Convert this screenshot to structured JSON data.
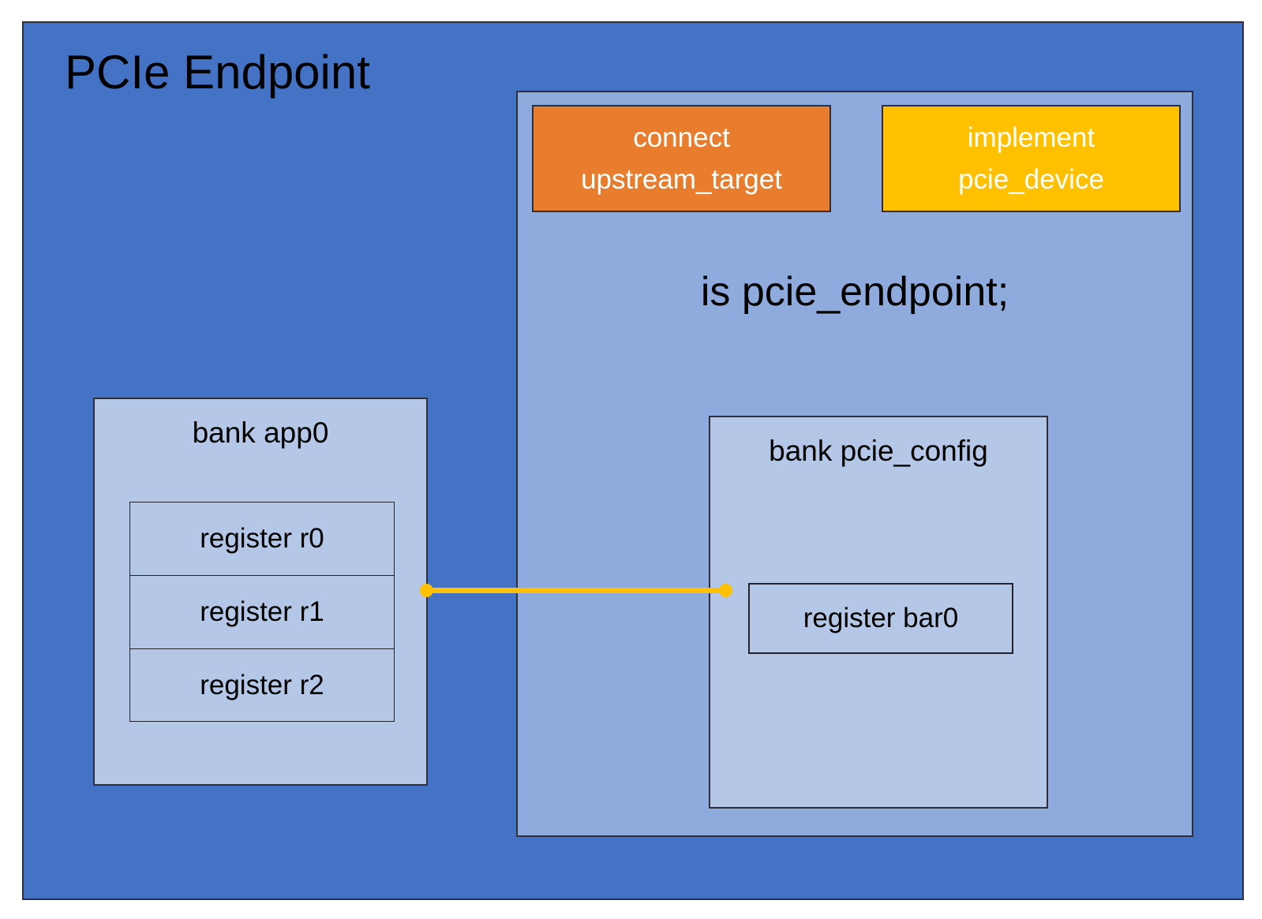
{
  "diagram": {
    "title": "PCIe Endpoint",
    "colors": {
      "outer_container": "#4472C4",
      "inner_panel": "#8FAADC",
      "bank_fill": "#B4C7E7",
      "connect_pragma": "#E87D2E",
      "implement_pragma": "#FFC000",
      "connector": "#FFC000",
      "border": "#2F2F3C",
      "text": "#000000",
      "pragma_text": "#FFFFFF",
      "page_background": "#FFFFFF"
    },
    "template": {
      "declaration": "is pcie_endpoint;",
      "pragmas": [
        {
          "id": "connect-upstream-target",
          "keyword": "connect",
          "argument": "upstream_target",
          "color": "#E87D2E"
        },
        {
          "id": "implement-pcie-device",
          "keyword": "implement",
          "argument": "pcie_device",
          "color": "#FFC000"
        }
      ]
    },
    "banks": [
      {
        "id": "app0",
        "label": "bank app0",
        "registers": [
          {
            "id": "r0",
            "label": "register r0"
          },
          {
            "id": "r1",
            "label": "register r1"
          },
          {
            "id": "r2",
            "label": "register r2"
          }
        ]
      },
      {
        "id": "pcie_config",
        "label": "bank pcie_config",
        "registers": [
          {
            "id": "bar0",
            "label": "register bar0"
          }
        ]
      }
    ],
    "connections": [
      {
        "id": "r1-to-bar0",
        "from": "app0.r1",
        "to": "pcie_config.bar0",
        "color": "#FFC000",
        "endpoint_style": "dot"
      }
    ]
  }
}
